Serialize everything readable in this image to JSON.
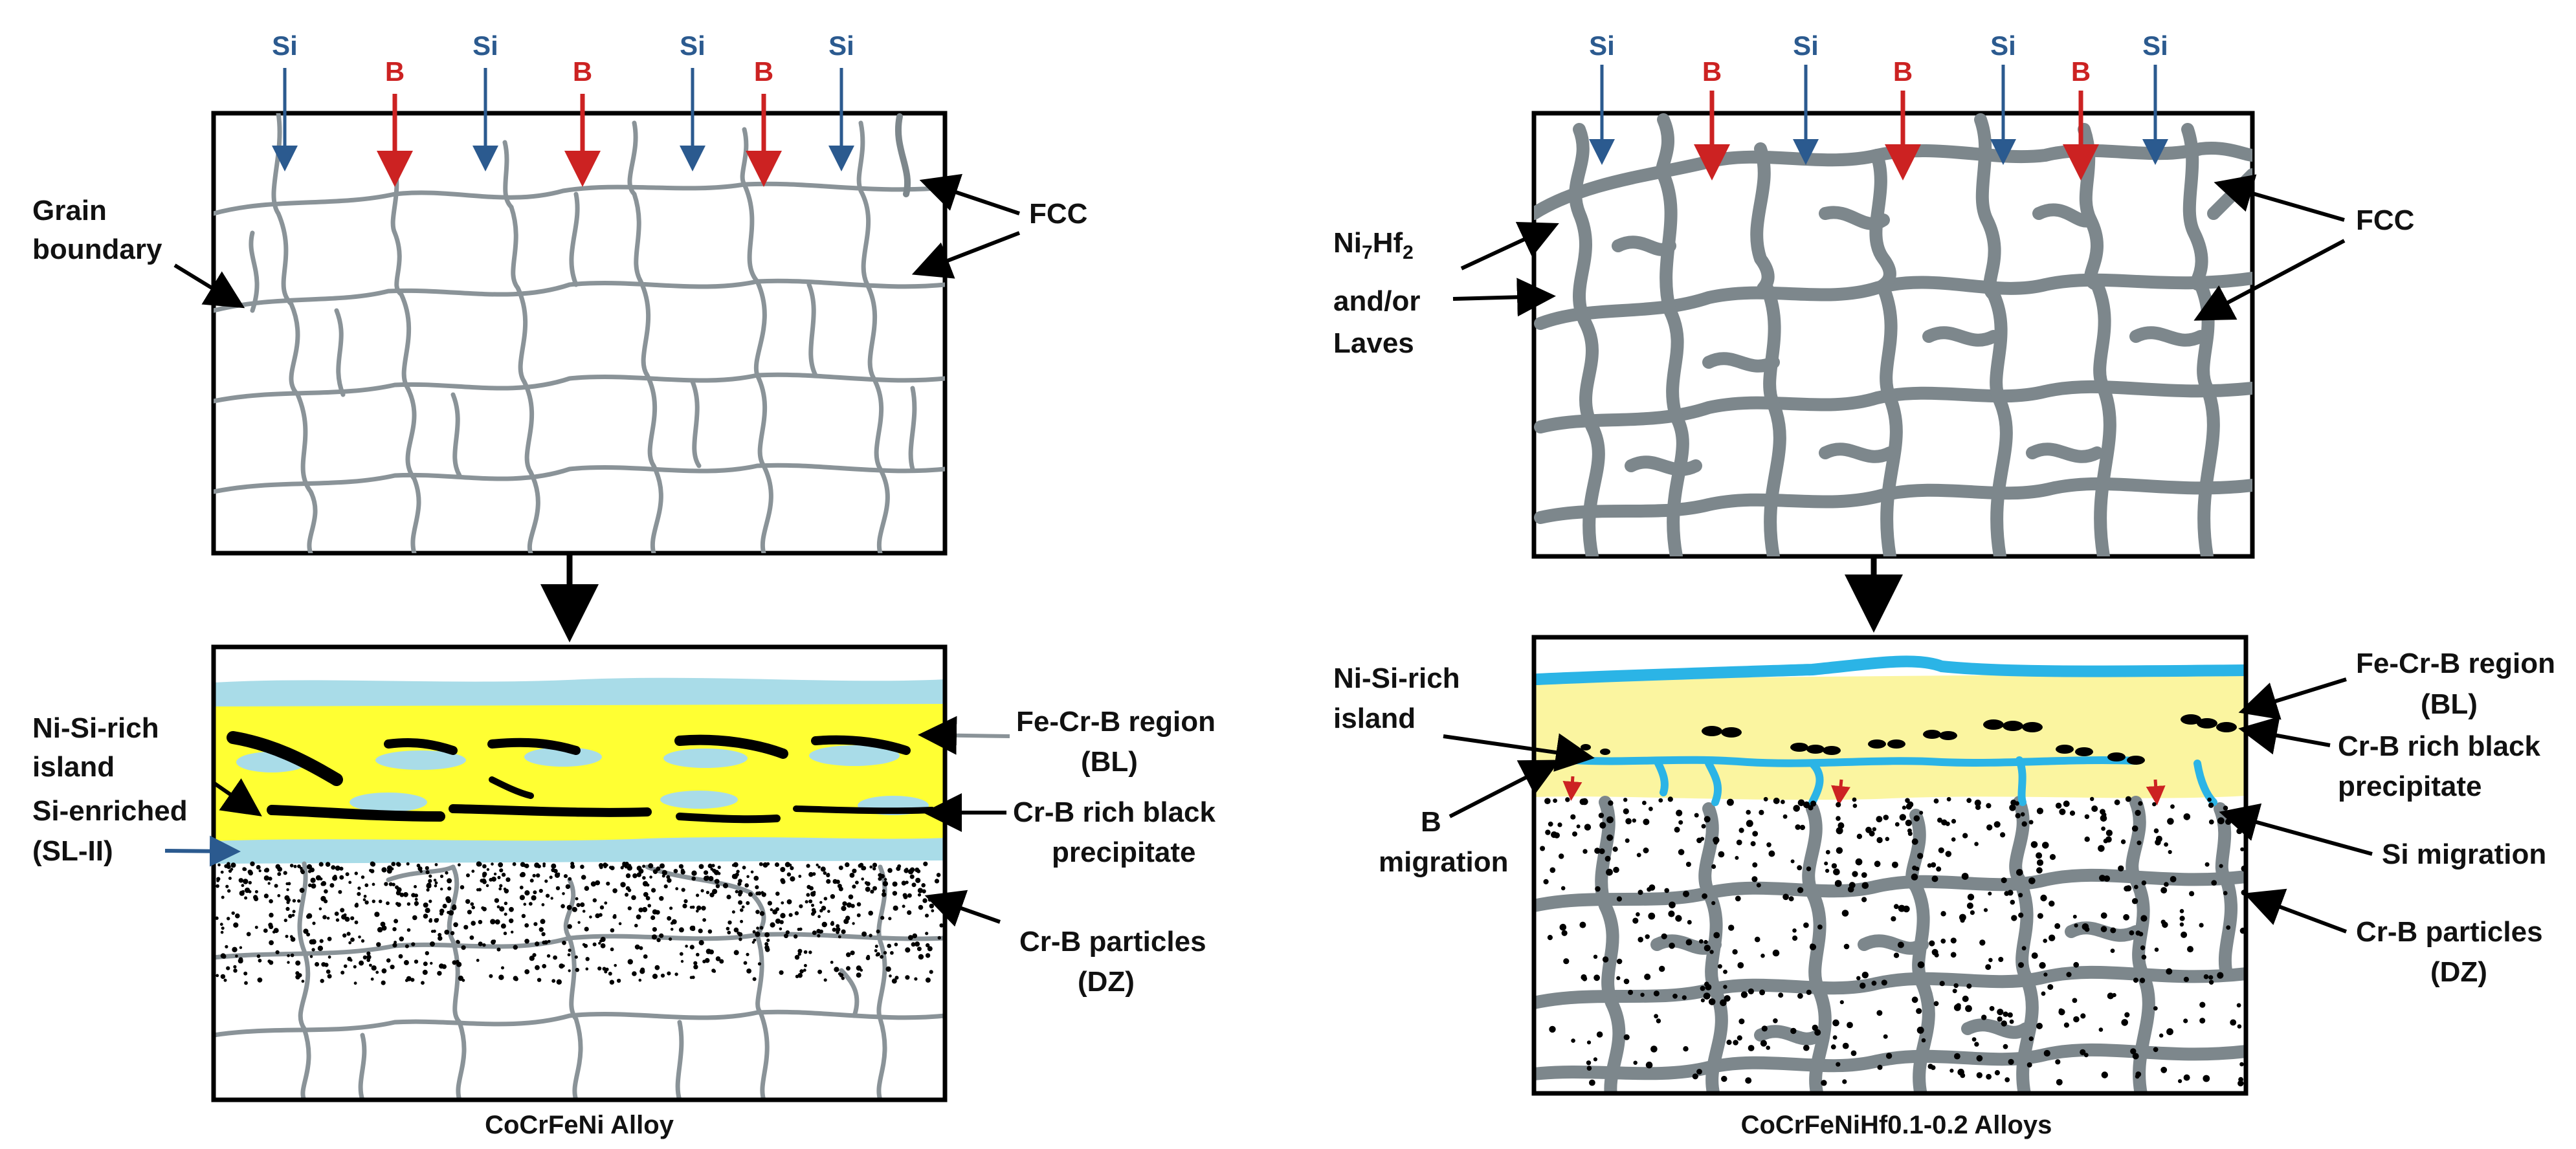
{
  "colors": {
    "si": "#2b5a8f",
    "b": "#cc2222",
    "grain": "#8a9398",
    "grain_thick": "#7d878c",
    "yellow": "#ffff33",
    "pale_yellow": "#fbf5a0",
    "light_blue": "#a9dce8",
    "bright_blue": "#2bb4e6",
    "black": "#000000"
  },
  "icons": [
    "down-arrow-icon",
    "pointer-arrow-icon"
  ],
  "left": {
    "flux_labels": [
      "Si",
      "B",
      "Si",
      "B",
      "Si",
      "B",
      "Si"
    ],
    "labels": {
      "grain_boundary": [
        "Grain",
        "boundary"
      ],
      "fcc": "FCC",
      "ni_si_island": [
        "Ni-Si-rich",
        "island"
      ],
      "si_enriched": [
        "Si-enriched",
        "(SL-II)"
      ],
      "fe_cr_b_region": [
        "Fe-Cr-B region",
        "(BL)"
      ],
      "cr_b_precipitate": [
        "Cr-B rich black",
        "precipitate"
      ],
      "cr_b_particles": [
        "Cr-B particles",
        "(DZ)"
      ]
    },
    "caption": "CoCrFeNi Alloy"
  },
  "right": {
    "flux_labels": [
      "Si",
      "B",
      "Si",
      "B",
      "Si",
      "B",
      "Si"
    ],
    "labels": {
      "ni7hf2": {
        "base": "Ni",
        "sub1": "7",
        "mid": "Hf",
        "sub2": "2"
      },
      "and_or": "and/or",
      "laves": "Laves",
      "fcc": "FCC",
      "ni_si_island": [
        "Ni-Si-rich",
        "island"
      ],
      "b_migration": [
        "B",
        "migration"
      ],
      "fe_cr_b_region": [
        "Fe-Cr-B region",
        "(BL)"
      ],
      "cr_b_precipitate": [
        "Cr-B rich black",
        "precipitate"
      ],
      "si_migration": "Si migration",
      "cr_b_particles": [
        "Cr-B particles",
        "(DZ)"
      ]
    },
    "caption": "CoCrFeNiHf0.1-0.2 Alloys"
  }
}
